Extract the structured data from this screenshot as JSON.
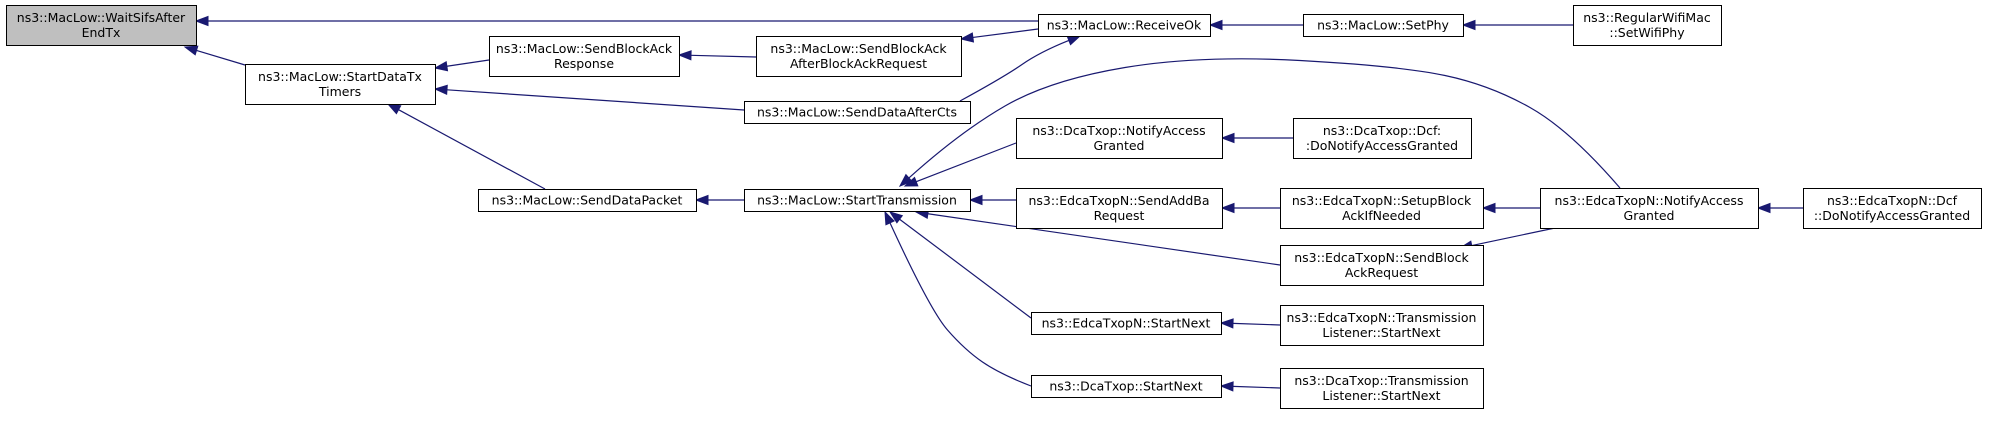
{
  "colors": {
    "edge": "#191970",
    "node_fill": "#ffffff",
    "root_fill": "#bfbfbf",
    "border": "#000000"
  },
  "nodes": {
    "n0": {
      "lines": [
        "ns3::MacLow::WaitSifsAfter",
        "EndTx"
      ],
      "root": true
    },
    "n1": {
      "lines": [
        "ns3::MacLow::StartDataTx",
        "Timers"
      ]
    },
    "n2": {
      "lines": [
        "ns3::MacLow::ReceiveOk"
      ]
    },
    "n3": {
      "lines": [
        "ns3::MacLow::SetPhy"
      ]
    },
    "n4": {
      "lines": [
        "ns3::RegularWifiMac",
        "::SetWifiPhy"
      ]
    },
    "n5": {
      "lines": [
        "ns3::MacLow::SendBlockAck",
        "Response"
      ]
    },
    "n6": {
      "lines": [
        "ns3::MacLow::SendBlockAck",
        "AfterBlockAckRequest"
      ]
    },
    "n7": {
      "lines": [
        "ns3::MacLow::SendDataAfterCts"
      ]
    },
    "n8": {
      "lines": [
        "ns3::MacLow::SendDataPacket"
      ]
    },
    "n9": {
      "lines": [
        "ns3::MacLow::StartTransmission"
      ]
    },
    "n10": {
      "lines": [
        "ns3::DcaTxop::NotifyAccess",
        "Granted"
      ]
    },
    "n11": {
      "lines": [
        "ns3::DcaTxop::Dcf:",
        ":DoNotifyAccessGranted"
      ]
    },
    "n12": {
      "lines": [
        "ns3::EdcaTxopN::SendAddBa",
        "Request"
      ]
    },
    "n13": {
      "lines": [
        "ns3::EdcaTxopN::SetupBlock",
        "AckIfNeeded"
      ]
    },
    "n14": {
      "lines": [
        "ns3::EdcaTxopN::NotifyAccess",
        "Granted"
      ]
    },
    "n15": {
      "lines": [
        "ns3::EdcaTxopN::Dcf",
        "::DoNotifyAccessGranted"
      ]
    },
    "n16": {
      "lines": [
        "ns3::EdcaTxopN::SendBlock",
        "AckRequest"
      ]
    },
    "n17": {
      "lines": [
        "ns3::EdcaTxopN::StartNext"
      ]
    },
    "n18": {
      "lines": [
        "ns3::EdcaTxopN::Transmission",
        "Listener::StartNext"
      ]
    },
    "n19": {
      "lines": [
        "ns3::DcaTxop::StartNext"
      ]
    },
    "n20": {
      "lines": [
        "ns3::DcaTxop::Transmission",
        "Listener::StartNext"
      ]
    }
  }
}
